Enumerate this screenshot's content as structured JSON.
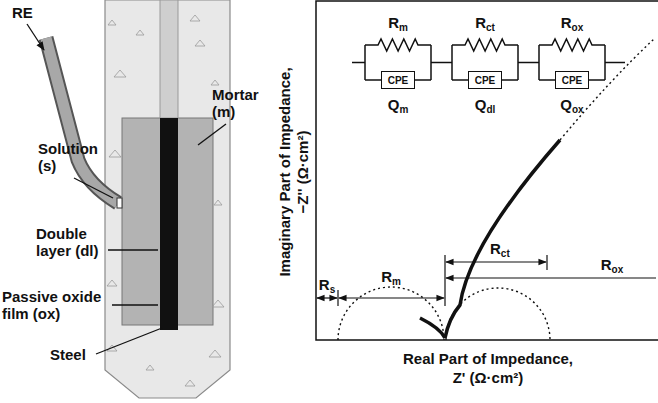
{
  "diagram": {
    "nodes": [
      {
        "text": [
          "CPE"
        ]
      },
      {
        "text": [
          "CPE"
        ]
      },
      {
        "text": [
          "CPE"
        ]
      }
    ],
    "labels": [
      "RE",
      "Mortar (m)",
      "Solution (s)",
      "Double layer (dl)",
      "Passive oxide film (ox)",
      "Steel",
      "Rm",
      "Rct",
      "Rox",
      "Qm",
      "Qdl",
      "Qox",
      "Rs",
      "Rm",
      "Rct",
      "Rox",
      "Imaginary Part of Impedance,",
      "−Z'' (Ω·cm²)",
      "Real Part of Impedance,",
      "Z' (Ω·cm²)"
    ]
  }
}
